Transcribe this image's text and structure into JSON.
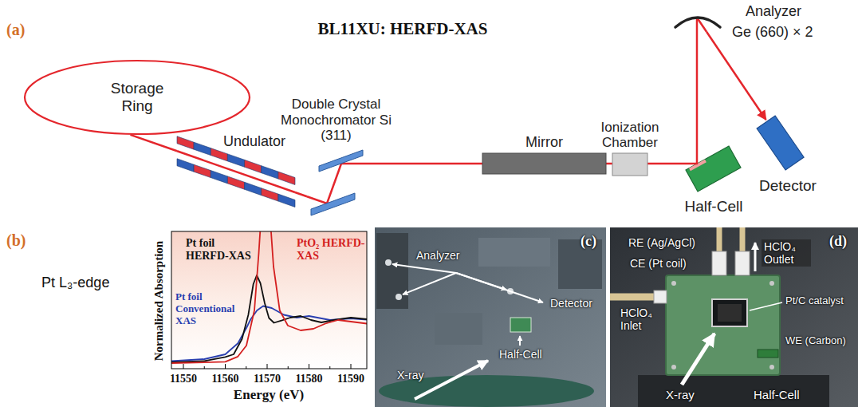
{
  "diagram": {
    "title": "BL11XU: HERFD-XAS",
    "nodes": [
      {
        "text": [
          "Storage Ring"
        ]
      },
      {
        "text": [
          "Undulator"
        ]
      },
      {
        "text": [
          "Double Crystal Monochromator Si (311)"
        ]
      },
      {
        "text": [
          "Mirror"
        ]
      },
      {
        "text": [
          "Ionization Chamber"
        ]
      },
      {
        "text": [
          "Half-Cell"
        ]
      },
      {
        "text": [
          "Analyzer",
          "Ge (660) × 2"
        ]
      },
      {
        "text": [
          "Detector"
        ]
      }
    ],
    "edges": [
      {
        "from": 0,
        "to": 1,
        "arrow": "none"
      },
      {
        "from": 1,
        "to": 2,
        "arrow": "none"
      },
      {
        "from": 2,
        "to": 3,
        "arrow": "none"
      },
      {
        "from": 3,
        "to": 4,
        "arrow": "none"
      },
      {
        "from": 4,
        "to": 5,
        "arrow": "none"
      },
      {
        "from": 5,
        "to": 6,
        "arrow": "none"
      },
      {
        "from": 6,
        "to": 7,
        "arrow": "to"
      }
    ],
    "labels": [
      "(a)",
      "(b)",
      "Pt L₃-edge",
      "Pt foil HERFD-XAS",
      "PtO₂ HERFD-XAS",
      "Pt foil Conventional XAS",
      "Normalized Absorption",
      "11550",
      "11560",
      "11570",
      "11580",
      "11590",
      "Energy (eV)",
      "(c)",
      "Analyzer",
      "Detector",
      "Half-Cell",
      "X-ray",
      "(d)",
      "RE (Ag/AgCl)",
      "CE (Pt coil)",
      "HClO₄ Outlet",
      "HClO₄ Inlet",
      "Pt/C catalyst",
      "WE (Carbon)",
      "X-ray",
      "Half-Cell"
    ]
  }
}
